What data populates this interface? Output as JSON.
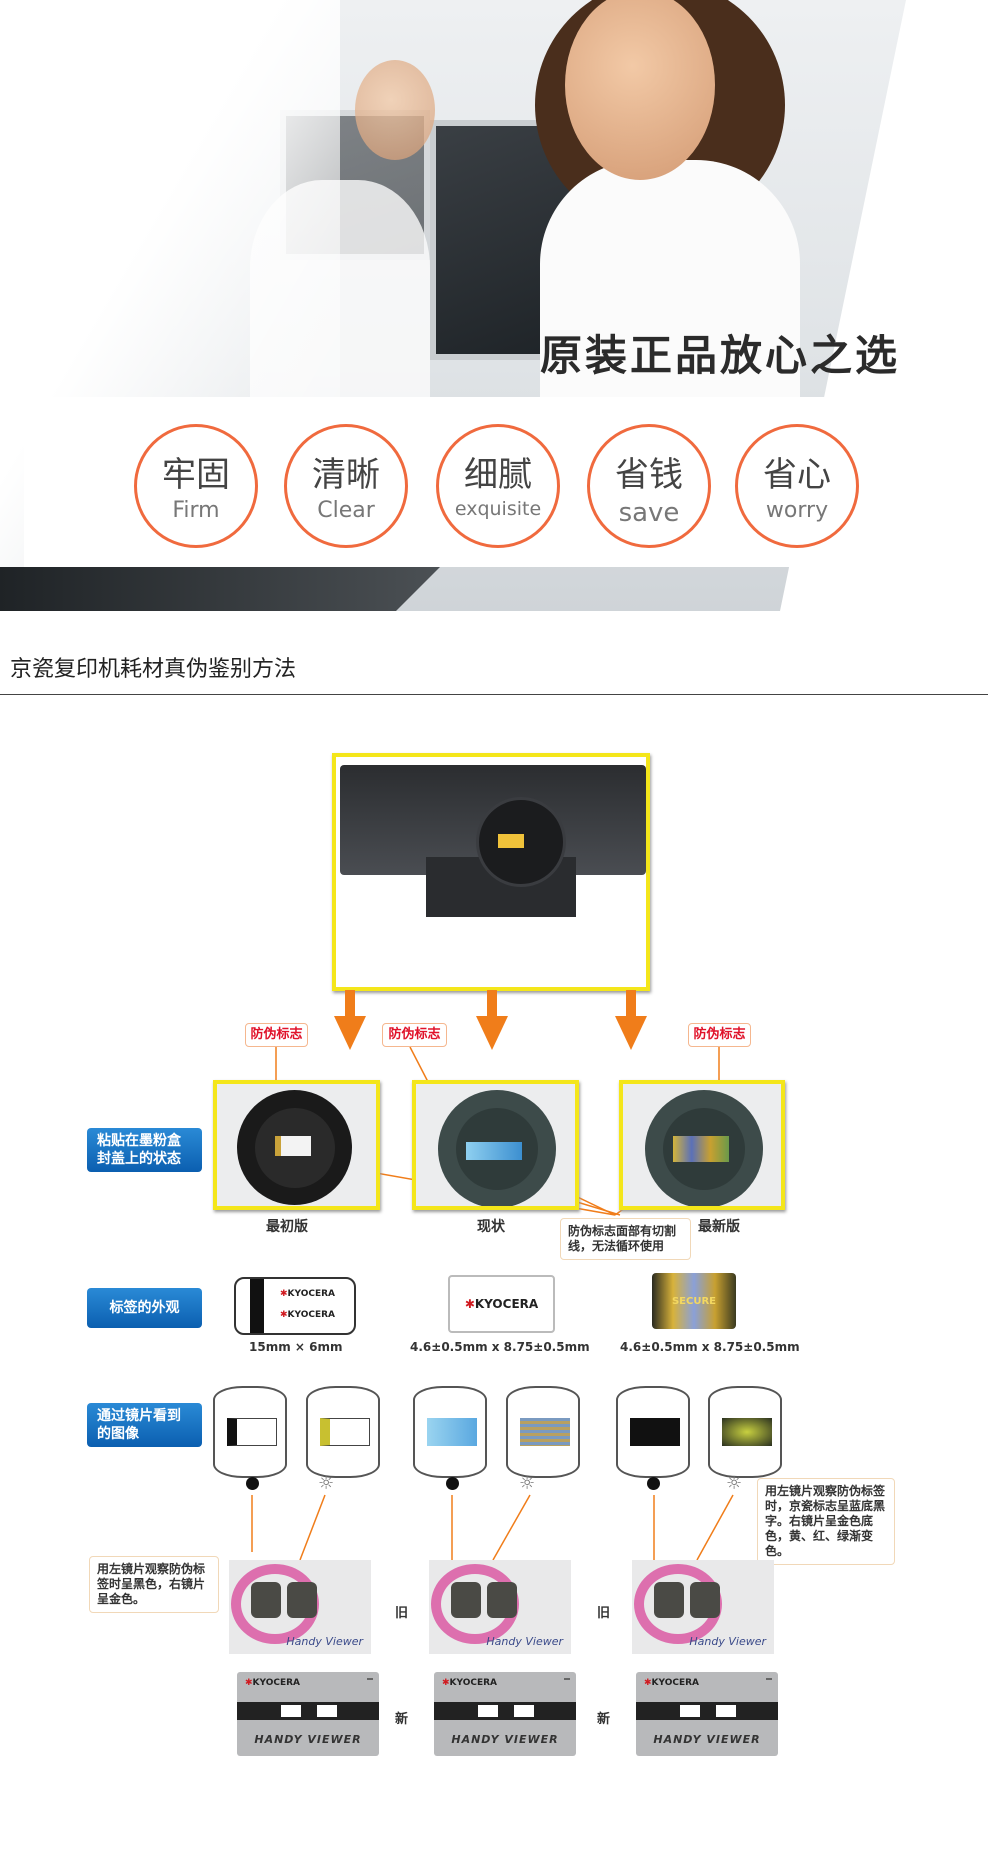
{
  "banner": {
    "title": "原装正品放心之选",
    "features": [
      {
        "cn": "牢固",
        "en": "Firm"
      },
      {
        "cn": "清晰",
        "en": "Clear"
      },
      {
        "cn": "细腻",
        "en": "exquisite"
      },
      {
        "cn": "省钱",
        "en": "save"
      },
      {
        "cn": "省心",
        "en": "worry"
      }
    ],
    "accent": "#f06a3e"
  },
  "section": {
    "heading": "京瓷复印机耗材真伪鉴别方法"
  },
  "diagram": {
    "anti_fake_tag": "防伪标志",
    "row_labels": [
      "粘贴在墨粉盒封盖上的状态",
      "标签的外观",
      "通过镜片看到的图像"
    ],
    "versions": [
      "最初版",
      "现状",
      "最新版"
    ],
    "cut_note": "防伪标志面部有切割线，无法循环使用",
    "label_brand": "KYOCERA",
    "secure_text": "SECURE",
    "sizes": [
      "15mm × 6mm",
      "4.6±0.5mm x 8.75±0.5mm",
      "4.6±0.5mm x 8.75±0.5mm"
    ],
    "left_note": "用左镜片观察防伪标签时呈黑色，右镜片呈金色。",
    "right_note": "用左镜片观察防伪标签时，京瓷标志呈蓝底黑字。右镜片呈金色底色，黄、红、绿渐变色。",
    "old_label": "旧",
    "new_label": "新",
    "old_viewer_name": "Handy Viewer",
    "new_viewer_name": "HANDY VIEWER",
    "sun_glyph": "☼"
  }
}
